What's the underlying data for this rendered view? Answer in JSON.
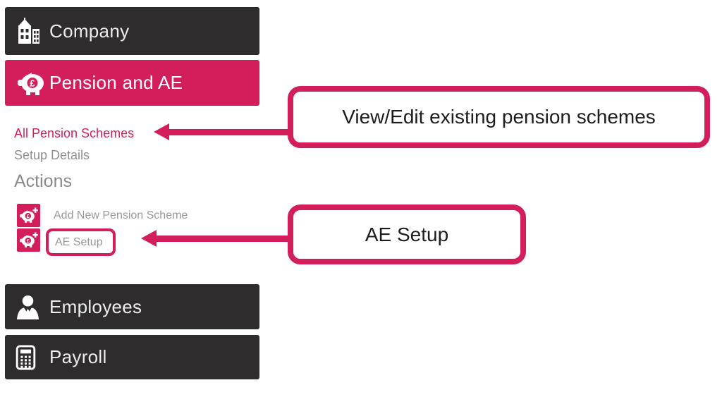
{
  "colors": {
    "accent": "#d21f5b",
    "dark": "#2e2c2d",
    "muted_text": "#8f8f8f",
    "callout_text": "#1d1d1d"
  },
  "nav": {
    "buttons": [
      {
        "label": "Company",
        "icon": "building-icon",
        "active": false
      },
      {
        "label": "Pension and AE",
        "icon": "piggy-bank-icon",
        "active": true
      },
      {
        "label": "Employees",
        "icon": "person-icon",
        "active": false
      },
      {
        "label": "Payroll",
        "icon": "calculator-icon",
        "active": false
      }
    ]
  },
  "pension_menu": {
    "links": [
      {
        "label": "All Pension Schemes",
        "highlighted": true
      },
      {
        "label": "Setup Details",
        "highlighted": false
      }
    ],
    "heading": "Actions",
    "actions": [
      {
        "label": "Add New Pension Scheme",
        "icon": "add-pension-scheme-icon",
        "outlined": false
      },
      {
        "label": "AE Setup",
        "icon": "ae-setup-icon",
        "outlined": true
      }
    ]
  },
  "callouts": [
    {
      "text": "View/Edit existing pension schemes"
    },
    {
      "text": "AE Setup"
    }
  ]
}
